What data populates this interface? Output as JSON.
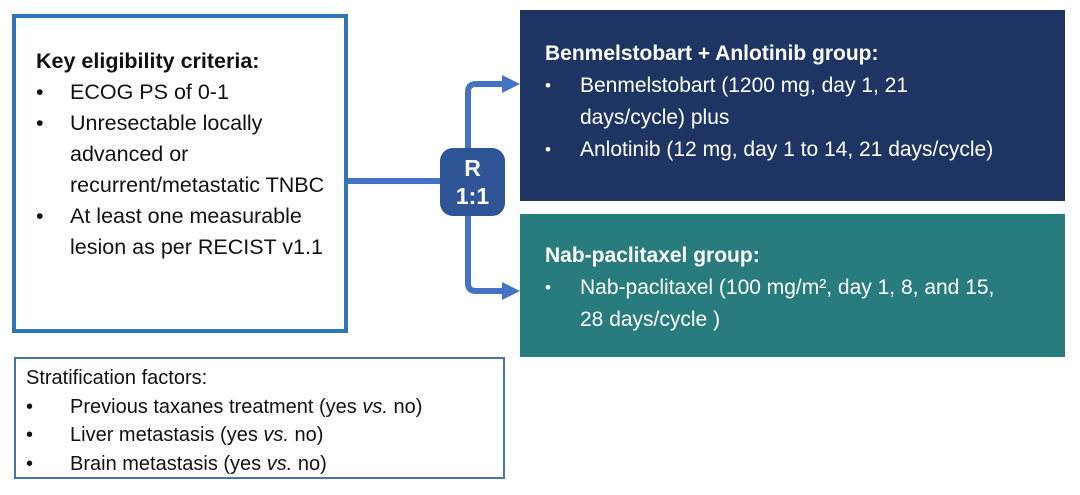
{
  "colors": {
    "navy": "#1E3563",
    "teal": "#287C7E",
    "arrow": "#4472C4",
    "r_box": "#2F5597",
    "eligibility_border": "#2E75B6",
    "strat_border": "#4A74A8"
  },
  "bullet_char": "•",
  "eligibility": {
    "title": "Key eligibility criteria:",
    "items": [
      "ECOG PS of 0-1",
      "Unresectable locally advanced or recurrent/metastatic TNBC",
      "At least one measurable lesion as per RECIST v1.1"
    ]
  },
  "randomization": {
    "line1": "R",
    "line2": "1:1"
  },
  "group1": {
    "title": "Benmelstobart + Anlotinib group:",
    "items": [
      "Benmelstobart (1200 mg, day 1, 21 days/cycle) plus",
      "Anlotinib (12 mg, day 1 to 14, 21 days/cycle)"
    ]
  },
  "group2": {
    "title": "Nab-paclitaxel group:",
    "items": [
      "Nab-paclitaxel (100 mg/m², day 1, 8, and 15, 28 days/cycle )"
    ]
  },
  "stratification": {
    "title": "Stratification factors:",
    "items": [
      {
        "pre": "Previous taxanes treatment (yes ",
        "vs": "vs.",
        "post": " no)"
      },
      {
        "pre": "Liver metastasis (yes ",
        "vs": "vs.",
        "post": " no)"
      },
      {
        "pre": "Brain metastasis (yes ",
        "vs": "vs.",
        "post": " no)"
      }
    ]
  }
}
